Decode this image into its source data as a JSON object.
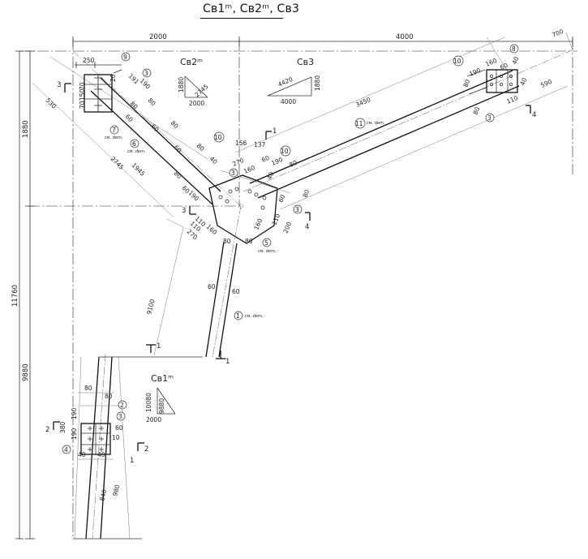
{
  "title": "Св1ᵐ, Св2ᵐ, Св3",
  "overall": {
    "d2000": "2000",
    "d4000": "4000",
    "d1880": "1880",
    "d11760": "11760",
    "d9880": "9880"
  },
  "braces": {
    "sv1": {
      "name": "Св1ᵐ",
      "s1": "10080",
      "s2": "9880",
      "base": "2000"
    },
    "sv2": {
      "name": "Св2ᵐ",
      "s1": "1880",
      "s2": "2745",
      "base": "2000"
    },
    "sv3": {
      "name": "Св3",
      "s1": "4420",
      "s2": "1880",
      "base": "4000"
    }
  },
  "sections": {
    "s1a": "1",
    "s1b": "1",
    "s1c": "1",
    "s1d": "1",
    "s2a": "2",
    "s2b": "2",
    "s3a": "3",
    "s3b": "3",
    "s4a": "4",
    "s4b": "4"
  },
  "marks": {
    "m1": "1",
    "m2": "2",
    "m3": "3",
    "m4": "4",
    "m5": "5",
    "m6": "6",
    "m7": "7",
    "m8": "8",
    "m9": "9",
    "m10": "10",
    "m11": "11"
  },
  "notes": {
    "sm": "см. dem."
  },
  "dims": {
    "a250": "250",
    "a120": "120",
    "a40": "40",
    "a70": "70",
    "a150": "150",
    "a20": "20",
    "a530": "530",
    "a80": "80",
    "a60": "60",
    "a190": "190",
    "a2745": "2745",
    "a1945": "1945",
    "a156": "156",
    "a137": "137",
    "a270": "270",
    "a160": "160",
    "a110": "110",
    "a200": "200",
    "a3450": "3450",
    "a700": "700",
    "a590": "590",
    "a9100": "9100",
    "a380": "380",
    "a840": "840",
    "a980": "980",
    "a10": "10"
  }
}
